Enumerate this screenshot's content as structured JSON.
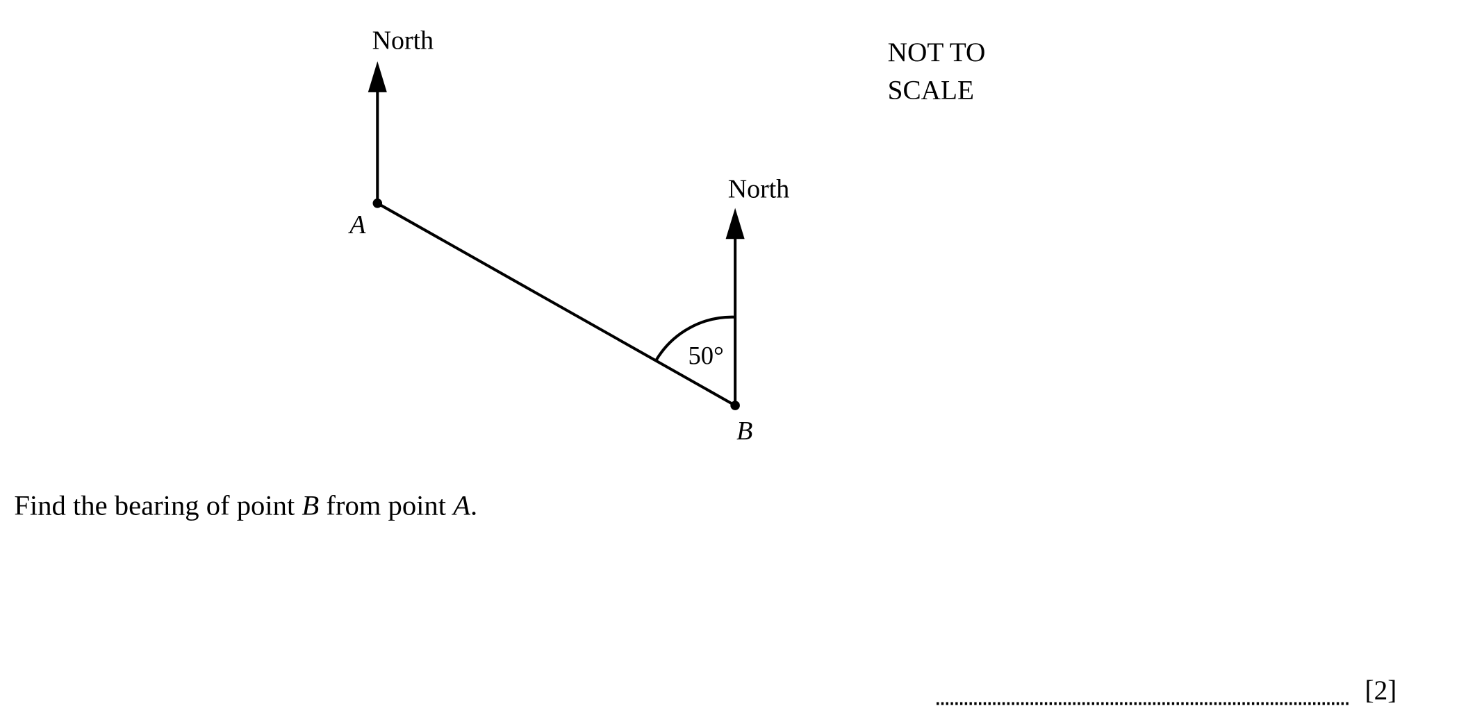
{
  "diagram": {
    "north_label_a": "North",
    "north_label_b": "North",
    "point_a": "A",
    "point_b": "B",
    "angle_label": "50°",
    "angle_degrees": 50,
    "note_line1": "NOT TO",
    "note_line2": "SCALE"
  },
  "question": {
    "text_part1": "Find the bearing of point ",
    "text_b": "B",
    "text_part2": " from point ",
    "text_a": "A",
    "text_end": ".",
    "marks": "[2]"
  },
  "colors": {
    "ink": "#000000",
    "background": "#ffffff"
  }
}
